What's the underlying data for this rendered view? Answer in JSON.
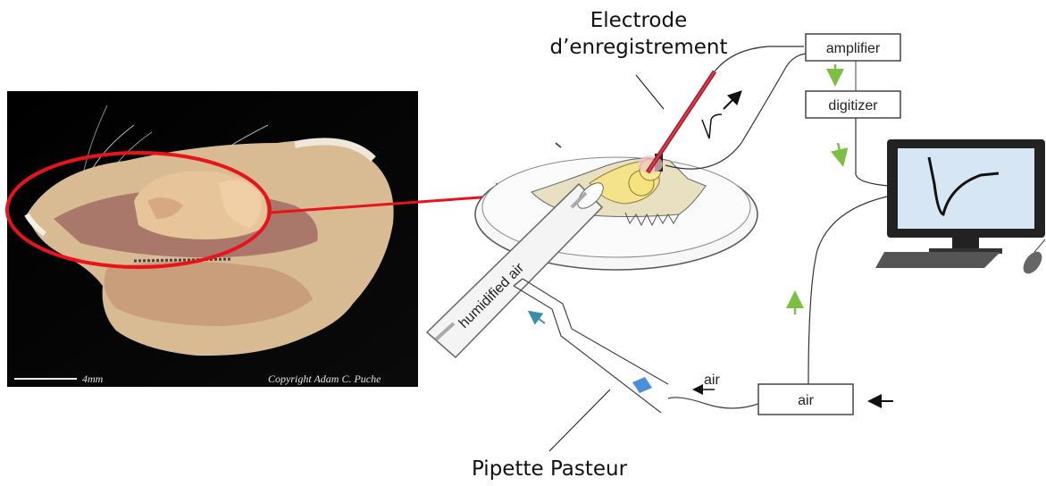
{
  "labels": {
    "electrode_line1": "Electrode",
    "electrode_line2": "d’enregistrement",
    "pipette": "Pipette Pasteur",
    "amplifier": "amplifier",
    "digitizer": "digitizer",
    "air_box": "air",
    "air_small": "air",
    "humidified_air": "humidified air"
  },
  "photo": {
    "scale_bar": "4mm",
    "copyright": "Copyright Adam C. Puche"
  },
  "colors": {
    "highlight_red": "#e8131b",
    "monitor_screen": "#d6e6f4",
    "green_arrow": "#7cc043",
    "teal_arrow": "#3a8fa6",
    "electrode_red": "#b01a2a",
    "brain_yellow": "#f4e38a",
    "pipette_tip_blue": "#4a8fd8"
  }
}
